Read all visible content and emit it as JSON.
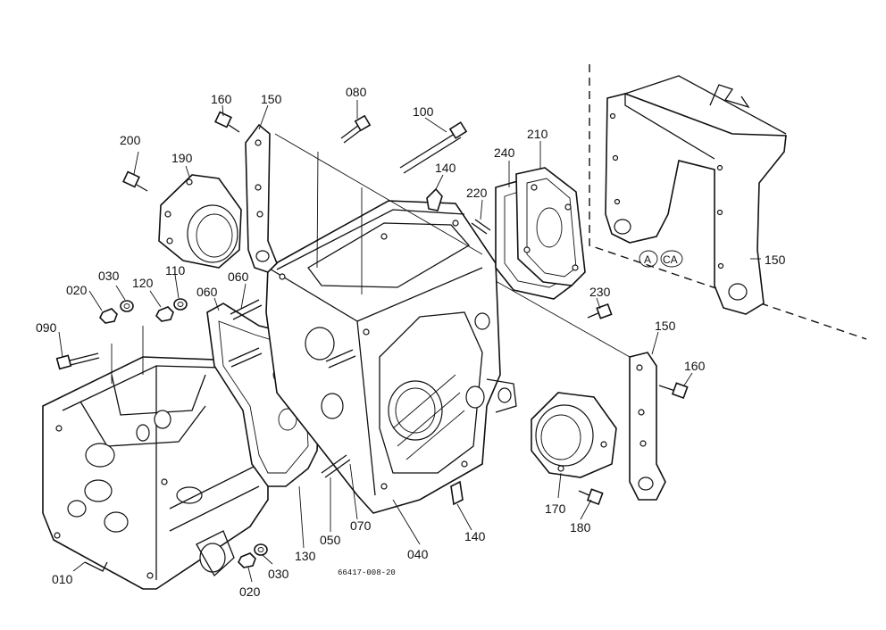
{
  "diagram": {
    "drawing_code": "66417-008-20",
    "marks": [
      "A",
      "CA"
    ],
    "callouts": [
      {
        "id": "c160a",
        "label": "160"
      },
      {
        "id": "c150a",
        "label": "150"
      },
      {
        "id": "c080",
        "label": "080"
      },
      {
        "id": "c100",
        "label": "100"
      },
      {
        "id": "c200",
        "label": "200"
      },
      {
        "id": "c190",
        "label": "190"
      },
      {
        "id": "c140a",
        "label": "140"
      },
      {
        "id": "c210",
        "label": "210"
      },
      {
        "id": "c240",
        "label": "240"
      },
      {
        "id": "c220",
        "label": "220"
      },
      {
        "id": "c150b",
        "label": "150"
      },
      {
        "id": "c030a",
        "label": "030"
      },
      {
        "id": "c020a",
        "label": "020"
      },
      {
        "id": "c120",
        "label": "120"
      },
      {
        "id": "c110",
        "label": "110"
      },
      {
        "id": "c060a",
        "label": "060"
      },
      {
        "id": "c060b",
        "label": "060"
      },
      {
        "id": "c230",
        "label": "230"
      },
      {
        "id": "c090",
        "label": "090"
      },
      {
        "id": "c150c",
        "label": "150"
      },
      {
        "id": "c160b",
        "label": "160"
      },
      {
        "id": "c170",
        "label": "170"
      },
      {
        "id": "c180",
        "label": "180"
      },
      {
        "id": "c140b",
        "label": "140"
      },
      {
        "id": "c070",
        "label": "070"
      },
      {
        "id": "c050",
        "label": "050"
      },
      {
        "id": "c040",
        "label": "040"
      },
      {
        "id": "c130",
        "label": "130"
      },
      {
        "id": "c030b",
        "label": "030"
      },
      {
        "id": "c020b",
        "label": "020"
      },
      {
        "id": "c010",
        "label": "010"
      }
    ]
  }
}
